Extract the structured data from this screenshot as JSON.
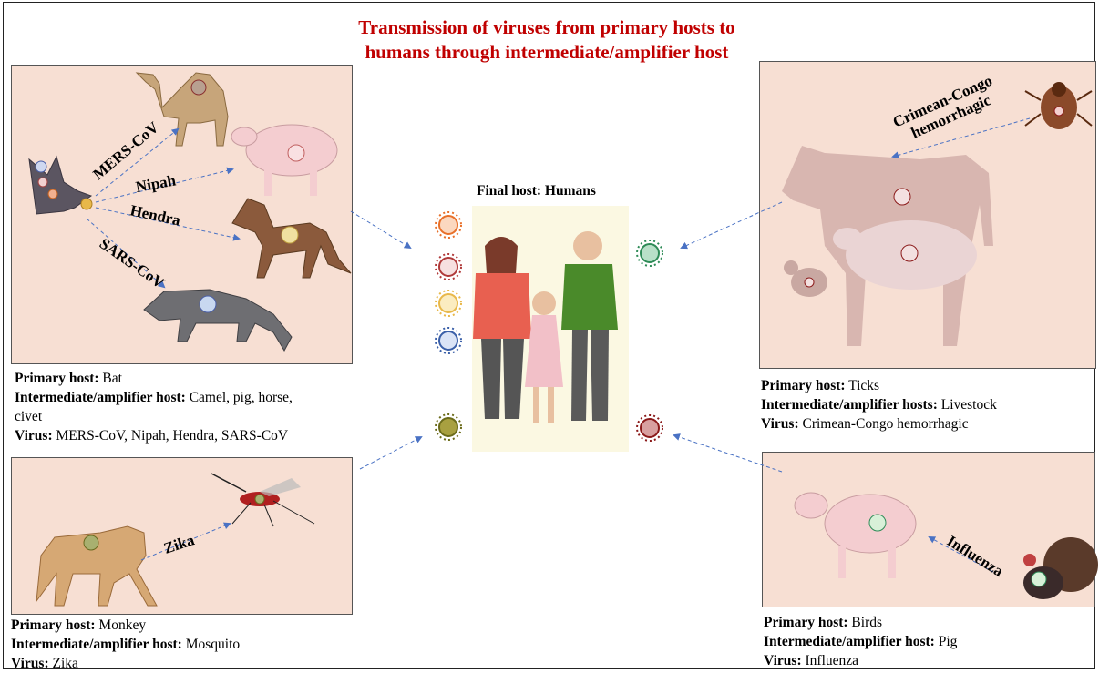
{
  "title": {
    "line1": "Transmission of viruses from primary hosts to",
    "line2": "humans through intermediate/amplifier host"
  },
  "final_host": "Final host: Humans",
  "labels": {
    "mers": "MERS-CoV",
    "nipah": "Nipah",
    "hendra": "Hendra",
    "sars": "SARS-CoV",
    "zika": "Zika",
    "cchf_line1": "Crimean-Congo",
    "cchf_line2": "hemorrhagic",
    "influenza": "Influenza"
  },
  "panels": {
    "bat": {
      "primary_key": "Primary host:",
      "primary_val": " Bat",
      "inter_key": "Intermediate/amplifier host:",
      "inter_val": " Camel, pig, horse,",
      "inter_val2": "civet",
      "virus_key": "Virus:",
      "virus_val": " MERS-CoV, Nipah, Hendra, SARS-CoV"
    },
    "monkey": {
      "primary_key": "Primary host:",
      "primary_val": " Monkey",
      "inter_key": "Intermediate/amplifier host:",
      "inter_val": " Mosquito",
      "virus_key": "Virus:",
      "virus_val": " Zika"
    },
    "ticks": {
      "primary_key": "Primary host:",
      "primary_val": " Ticks",
      "inter_key": "Intermediate/amplifier hosts:",
      "inter_val": " Livestock",
      "virus_key": "Virus:",
      "virus_val": " Crimean-Congo hemorrhagic"
    },
    "birds": {
      "primary_key": "Primary host:",
      "primary_val": " Birds",
      "inter_key": "Intermediate/amplifier host:",
      "inter_val": " Pig",
      "virus_key": "Virus:",
      "virus_val": " Influenza"
    }
  },
  "colors": {
    "title": "#c00000",
    "panel_bg": "#f7dfd3",
    "arrow": "#4a72c4",
    "virus_orange": "#e8702a",
    "virus_red": "#b03a3a",
    "virus_yellow": "#e8b84a",
    "virus_blue": "#3a5fa8",
    "virus_olive": "#6b6b1a",
    "virus_green": "#2e8b57",
    "virus_maroon": "#8b1a1a"
  }
}
